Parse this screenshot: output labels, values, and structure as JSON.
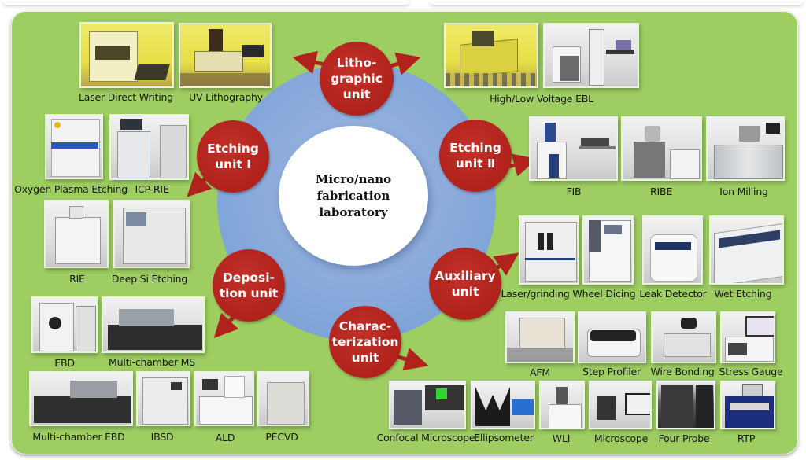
{
  "center": {
    "title": "Micro/nano\nfabrication\nlaboratory"
  },
  "units": [
    {
      "id": "lithographic",
      "label": "Litho-\ngraphic\nunit"
    },
    {
      "id": "etching-1",
      "label": "Etching\nunit  Ⅰ"
    },
    {
      "id": "etching-2",
      "label": "Etching\nunit Ⅱ"
    },
    {
      "id": "deposition",
      "label": "Deposi-\ntion unit"
    },
    {
      "id": "auxiliary",
      "label": "Auxiliary\nunit"
    },
    {
      "id": "characterization",
      "label": "Charac-\nterization\nunit"
    }
  ],
  "equipment": {
    "lithographic": [
      "Laser Direct Writing",
      "UV Lithography",
      "High/Low Voltage EBL"
    ],
    "etching_1": [
      "Oxygen Plasma Etching",
      "ICP-RIE",
      "RIE",
      "Deep Si Etching"
    ],
    "etching_2": [
      "FIB",
      "RIBE",
      "Ion Milling"
    ],
    "deposition": [
      "EBD",
      "Multi-chamber MS",
      "Multi-chamber EBD",
      "IBSD",
      "ALD",
      "PECVD"
    ],
    "auxiliary": [
      "Laser/grinding Wheel Dicing",
      "Leak Detector",
      "Wet Etching"
    ],
    "characterization": [
      "AFM",
      "Step Profiler",
      "Wire Bonding",
      "Stress Gauge",
      "Confocal Microscope",
      "Ellipsometer",
      "WLI",
      "Microscope",
      "Four Probe",
      "RTP"
    ]
  },
  "colors": {
    "panel": "#9ece62",
    "ring": "#88a9db",
    "unit": "#b2221c",
    "core": "#ffffff"
  }
}
